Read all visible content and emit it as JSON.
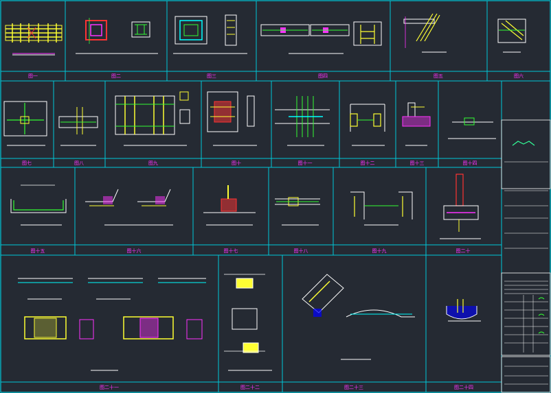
{
  "drawing": {
    "background": "#252a33",
    "frame_color": "#00c8d8",
    "colors": {
      "grid_yellow": "#ffff33",
      "green": "#33ff33",
      "magenta": "#ff33ff",
      "red": "#ff3333",
      "cyan": "#00ffff",
      "white": "#ffffff"
    },
    "figure_labels": [
      "图一",
      "图二",
      "图三",
      "图四",
      "图五",
      "图六",
      "图七",
      "图八",
      "图九",
      "图十",
      "图十一",
      "图十二",
      "图十三",
      "图十四",
      "图十五",
      "图十六",
      "图十七",
      "图十八",
      "图十九",
      "图二十",
      "图二十一",
      "图二十二",
      "图二十三",
      "图二十四"
    ]
  }
}
